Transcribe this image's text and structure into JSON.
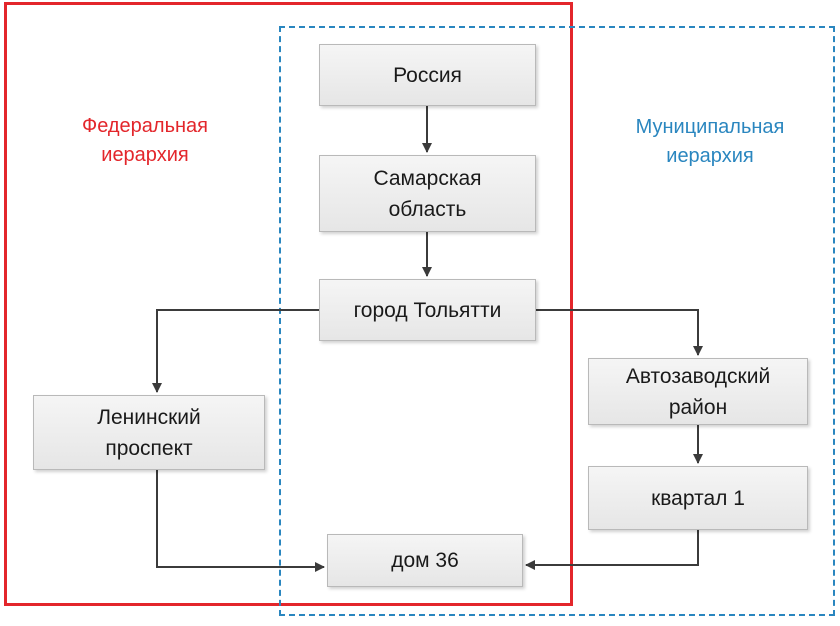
{
  "regions": {
    "federal_label": "Федеральная\nиерархия",
    "municipal_label": "Муниципальная\nиерархия",
    "federal_color": "#e3262b",
    "municipal_color": "#2a86bf"
  },
  "nodes": {
    "russia": "Россия",
    "samara": "Самарская\nобласть",
    "tolyatti": "город Тольятти",
    "leninsky": "Ленинский\nпроспект",
    "avtozavodsky": "Автозаводский\nрайон",
    "kvartal": "квартал 1",
    "dom": "дом 36"
  },
  "edges": [
    {
      "from": "russia",
      "to": "samara"
    },
    {
      "from": "samara",
      "to": "tolyatti"
    },
    {
      "from": "tolyatti",
      "to": "leninsky"
    },
    {
      "from": "tolyatti",
      "to": "avtozavodsky"
    },
    {
      "from": "avtozavodsky",
      "to": "kvartal"
    },
    {
      "from": "leninsky",
      "to": "dom"
    },
    {
      "from": "kvartal",
      "to": "dom"
    }
  ]
}
